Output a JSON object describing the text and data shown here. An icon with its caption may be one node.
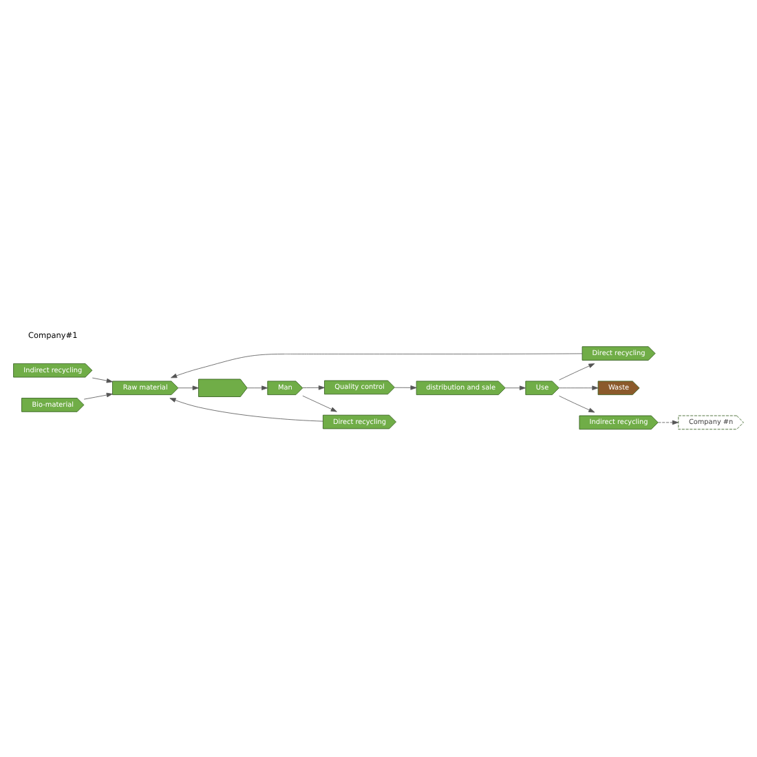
{
  "diagram": {
    "nodes": [
      {
        "text": [
          "Indirect recycling"
        ]
      },
      {
        "text": [
          "Bio-material"
        ]
      },
      {
        "text": [
          "Raw material"
        ]
      },
      {
        "text": [],
        "shape": "arrow"
      },
      {
        "text": [
          "Man"
        ]
      },
      {
        "text": [
          "Quality control"
        ]
      },
      {
        "text": [
          "distribution and sale"
        ]
      },
      {
        "text": [
          "Use"
        ]
      },
      {
        "text": [
          "Direct recycling"
        ]
      },
      {
        "text": [
          "Direct recycling"
        ]
      },
      {
        "text": [
          "Indirect recycling"
        ]
      },
      {
        "text": [
          "Waste"
        ]
      },
      {
        "text": [
          "Company #n"
        ]
      }
    ],
    "edges": [
      {
        "from": 0,
        "to": 2,
        "arrow": "to"
      },
      {
        "from": 1,
        "to": 2,
        "arrow": "to"
      },
      {
        "from": 2,
        "to": 3,
        "arrow": "to"
      },
      {
        "from": 3,
        "to": 4,
        "arrow": "to"
      },
      {
        "from": 4,
        "to": 5,
        "arrow": "to"
      },
      {
        "from": 5,
        "to": 6,
        "arrow": "to"
      },
      {
        "from": 6,
        "to": 7,
        "arrow": "to"
      },
      {
        "from": 7,
        "to": 8,
        "arrow": "to"
      },
      {
        "from": 8,
        "to": 2,
        "arrow": "to"
      },
      {
        "from": 4,
        "to": 9,
        "arrow": "to"
      },
      {
        "from": 9,
        "to": 2,
        "arrow": "to"
      },
      {
        "from": 7,
        "to": 10,
        "arrow": "to"
      },
      {
        "from": 7,
        "to": 11,
        "arrow": "to"
      },
      {
        "from": 10,
        "to": 12,
        "arrow": "to",
        "style": "dashed"
      }
    ],
    "labels": [
      "Company#1"
    ]
  }
}
